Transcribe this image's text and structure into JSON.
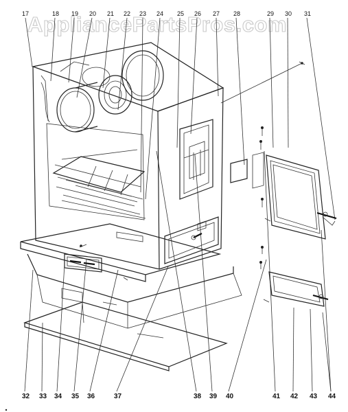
{
  "watermark": "AppliancePartsPros.com",
  "top_callouts": [
    "17",
    "18",
    "19",
    "20",
    "21",
    "22",
    "23",
    "24",
    "25",
    "26",
    "27",
    "28",
    "29",
    "30",
    "31"
  ],
  "bottom_callouts": [
    "32",
    "33",
    "34",
    "35",
    "36",
    "37",
    "38",
    "39",
    "40",
    "41",
    "42",
    "43",
    "44"
  ]
}
